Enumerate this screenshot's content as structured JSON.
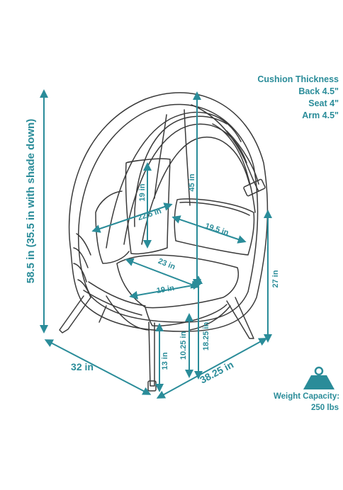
{
  "colors": {
    "accent": "#2a8c99",
    "line": "#3a3a3a"
  },
  "cushion": {
    "title": "Cushion Thickness",
    "back": "Back 4.5\"",
    "seat": "Seat 4\"",
    "arm": "Arm 4.5\""
  },
  "weight": {
    "icon": "weight-icon",
    "label": "Weight Capacity:",
    "value": "250 lbs"
  },
  "dimensions": {
    "overall_height": "58.5 in (35.5 in with shade down)",
    "depth": "32 in",
    "width": "38.25 in",
    "leg_height": "13 in",
    "seat_height_front": "10.25 in",
    "seat_height_center": "18.25 in",
    "back_height": "27 in",
    "interior_height": "45 in",
    "cushion_back_height": "19 in",
    "back_width": "22.5 in",
    "arm_length": "19.5 in",
    "seat_diagonal": "23 in",
    "seat_depth": "19 in"
  }
}
